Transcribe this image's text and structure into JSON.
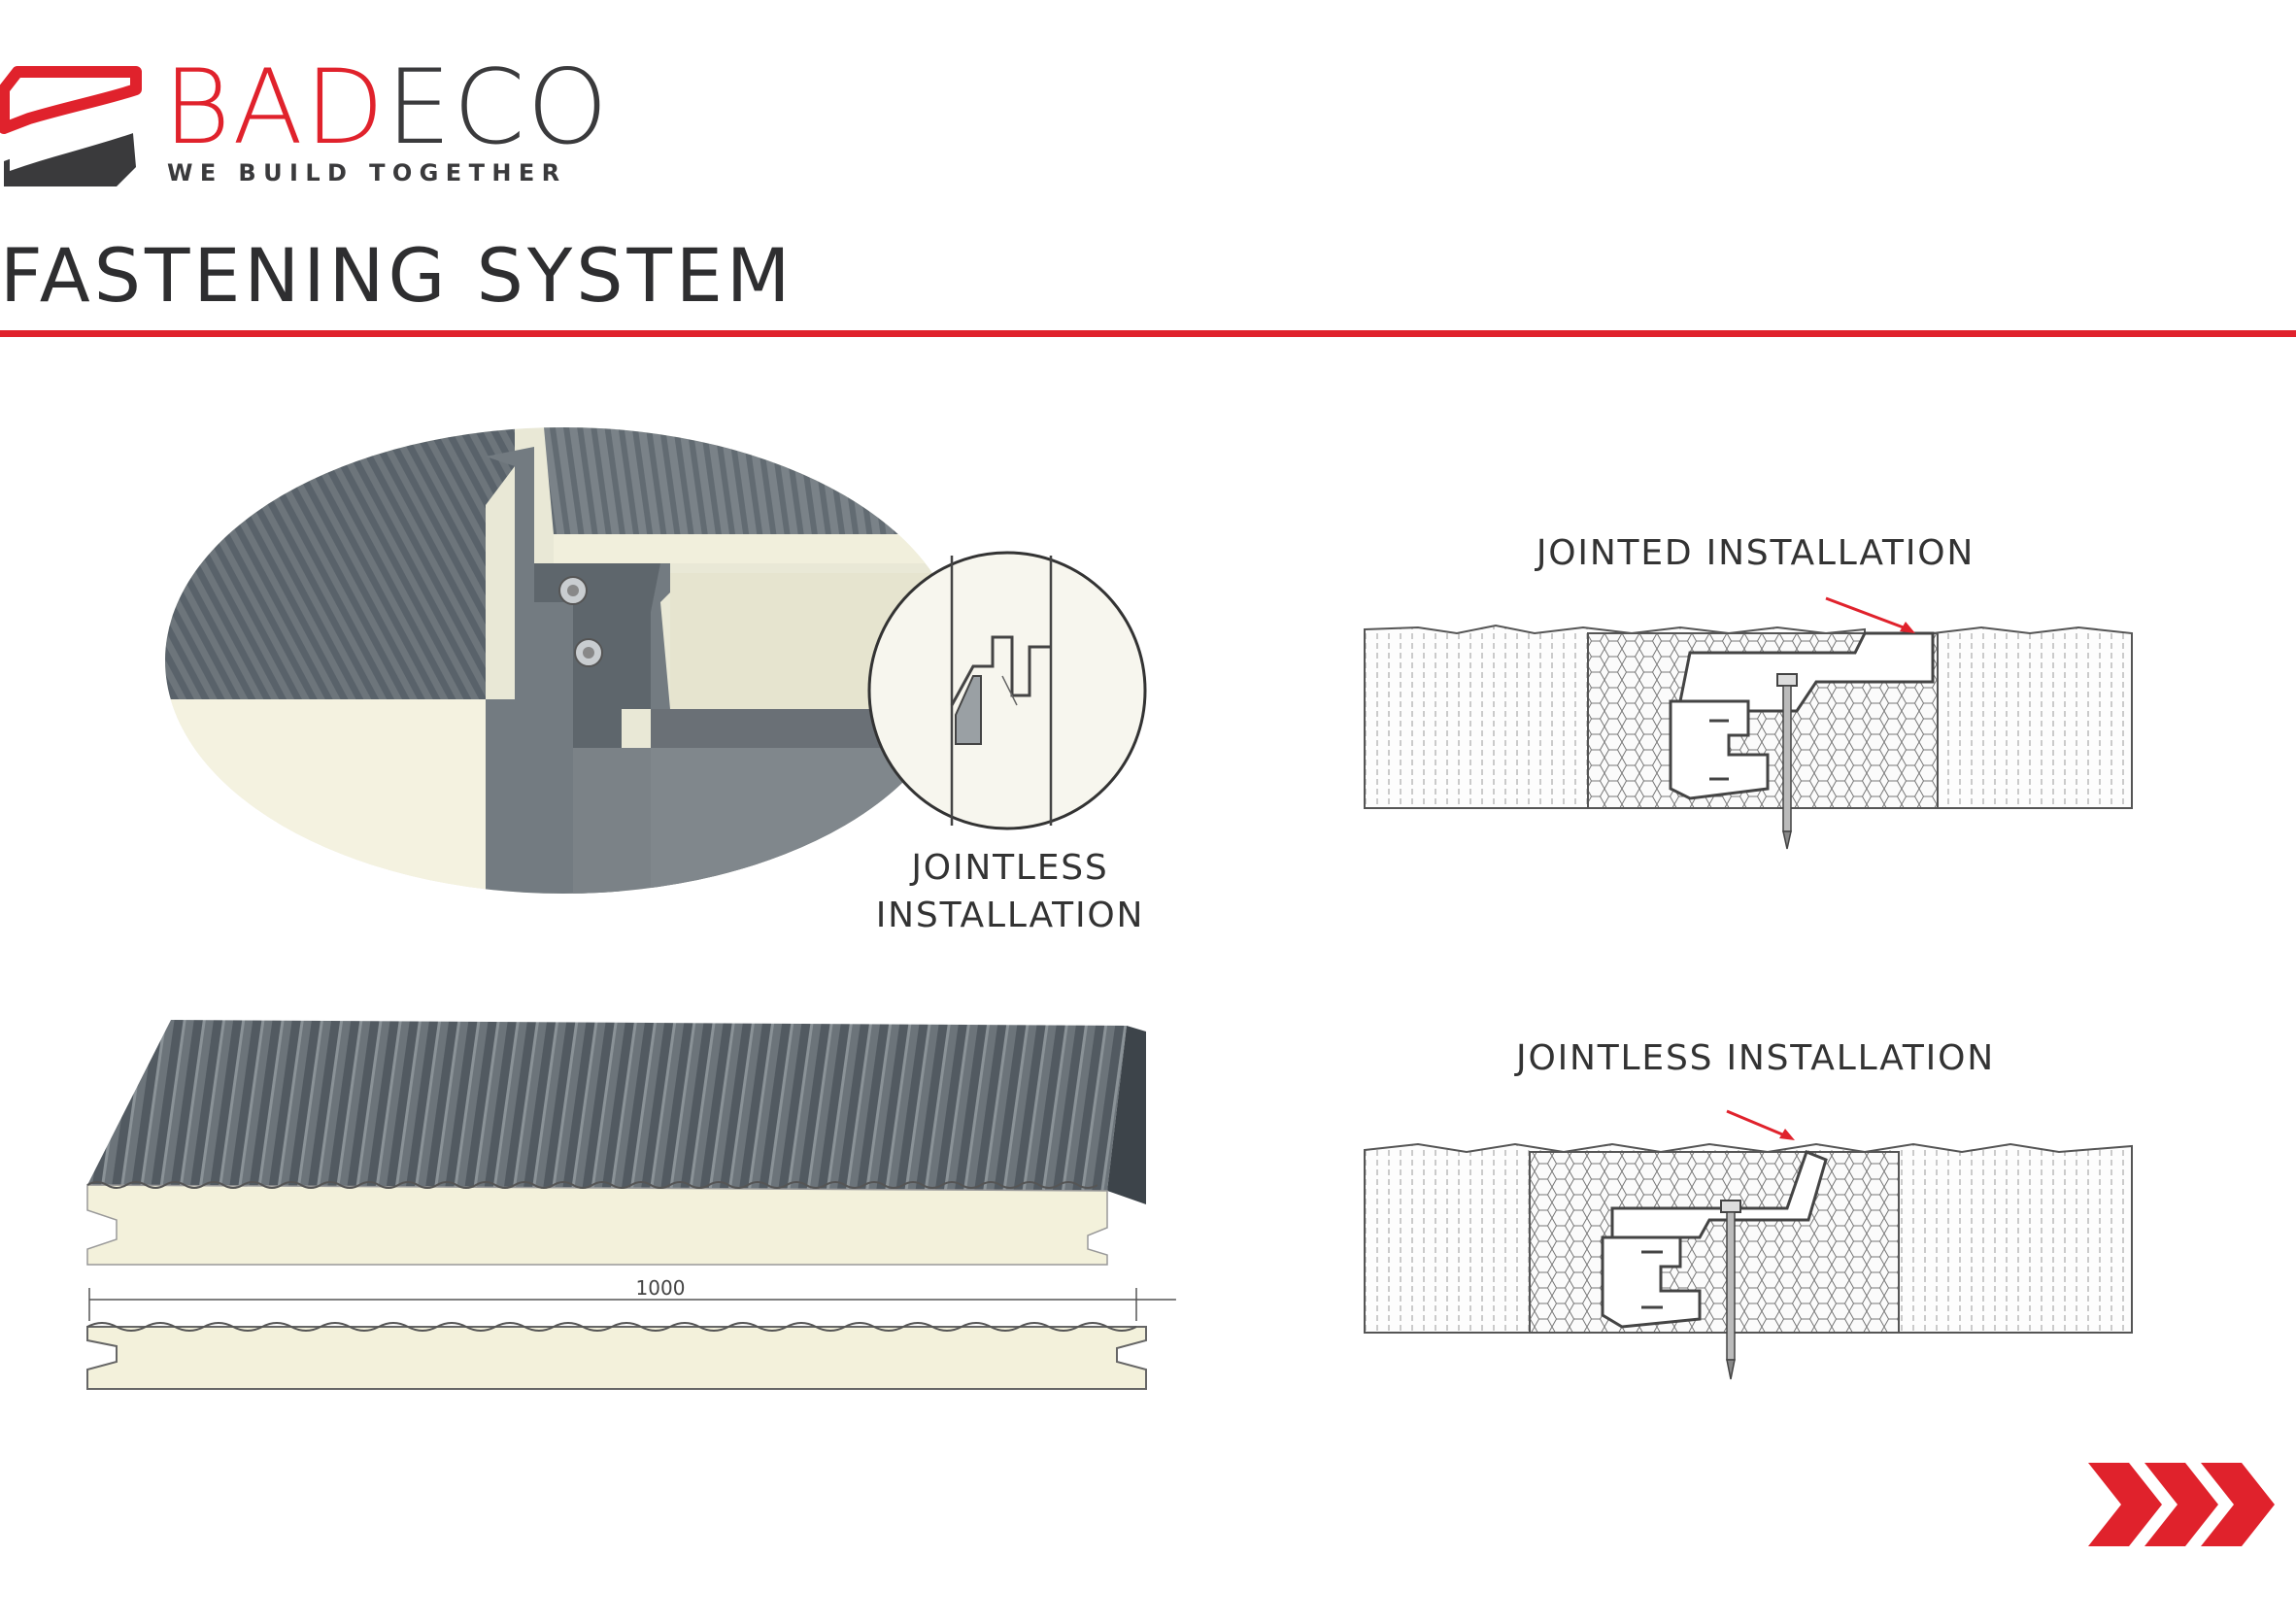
{
  "brand": {
    "name_part1": "BAD",
    "name_part2": "ECO",
    "tagline": "WE BUILD TOGETHER",
    "accent_color": "#e0222c",
    "text_color": "#3a3a3c"
  },
  "page": {
    "title": "FASTENING SYSTEM"
  },
  "photo_panel": {
    "caption": "JOINTLESS INSTALLATION",
    "panel_color": "#6e767c",
    "core_color": "#f4f2e0"
  },
  "panel_drawing": {
    "dimension_label": "1000"
  },
  "diagrams": {
    "jointed": {
      "caption": "JOINTED INSTALLATION"
    },
    "jointless": {
      "caption": "JOINTLESS INSTALLATION"
    }
  },
  "icons": {
    "logo": "badeco-logo-mark",
    "next": "next-chevrons-icon"
  }
}
